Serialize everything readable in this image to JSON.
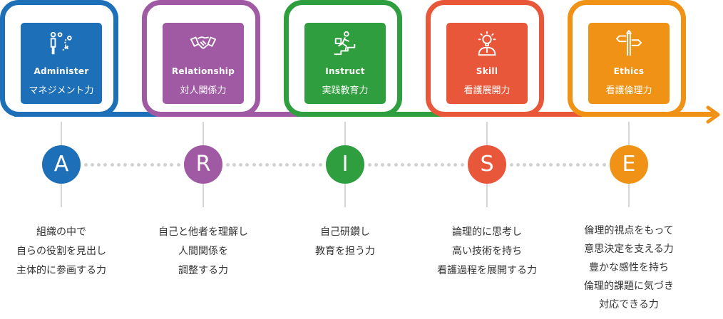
{
  "colors": {
    "administer": "#1d6fb8",
    "relationship": "#a05aa3",
    "instruct": "#2e9e3e",
    "skill": "#e8573a",
    "ethics": "#ef9215",
    "arrow": "#ef9215",
    "connector": "#d2d2d2"
  },
  "stages": [
    {
      "icon": "person-with-plan-icon",
      "english": "Administer",
      "japanese": "マネジメント力",
      "letter": "A",
      "description": [
        "組織の中で",
        "自らの役割を見出し",
        "主体的に参画する力"
      ]
    },
    {
      "icon": "handshake-icon",
      "english": "Relationship",
      "japanese": "対人関係力",
      "letter": "R",
      "description": [
        "自己と他者を理解し",
        "人間関係を",
        "調整する力"
      ]
    },
    {
      "icon": "person-climbing-stairs-icon",
      "english": "Instruct",
      "japanese": "実践教育力",
      "letter": "I",
      "description": [
        "自己研鑽し",
        "教育を担う力"
      ]
    },
    {
      "icon": "lightbulb-person-icon",
      "english": "Skill",
      "japanese": "看護展開力",
      "letter": "S",
      "description": [
        "論理的に思考し",
        "高い技術を持ち",
        "看護過程を展開する力"
      ]
    },
    {
      "icon": "signpost-icon",
      "english": "Ethics",
      "japanese": "看護倫理力",
      "letter": "E",
      "description": [
        "倫理的視点をもって",
        "意思決定を支える力",
        "豊かな感性を持ち",
        "倫理的課題に気づき",
        "対応できる力"
      ]
    }
  ]
}
